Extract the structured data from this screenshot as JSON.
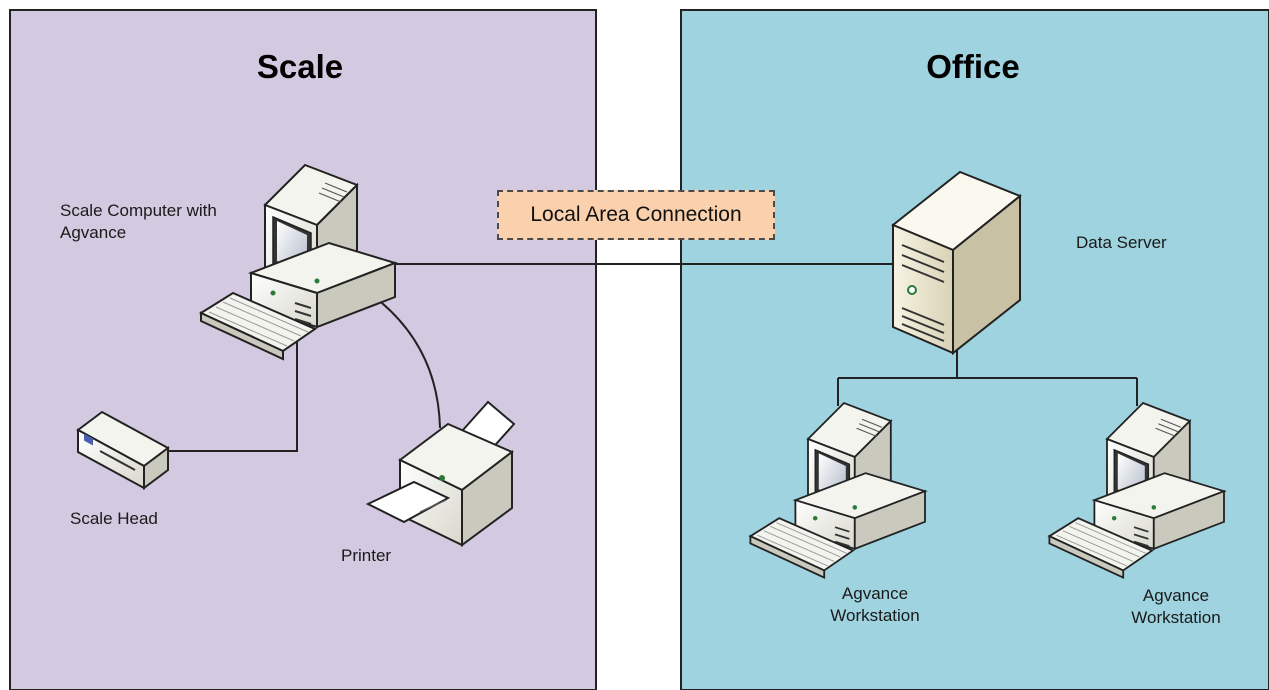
{
  "zones": {
    "scale": {
      "title": "Scale",
      "color": "#d3c9e0"
    },
    "office": {
      "title": "Office",
      "color": "#9ed3df"
    }
  },
  "connection": {
    "label": "Local Area Connection",
    "color": "#fbd0ad"
  },
  "devices": {
    "scale_computer": {
      "label": "Scale Computer with\nAgvance",
      "icon": "desktop-computer-icon"
    },
    "scale_head": {
      "label": "Scale Head",
      "icon": "scale-head-icon"
    },
    "printer": {
      "label": "Printer",
      "icon": "printer-icon"
    },
    "data_server": {
      "label": "Data Server",
      "icon": "server-icon"
    },
    "workstation_1": {
      "label": "Agvance\nWorkstation",
      "icon": "desktop-computer-icon"
    },
    "workstation_2": {
      "label": "Agvance\nWorkstation",
      "icon": "desktop-computer-icon"
    }
  }
}
